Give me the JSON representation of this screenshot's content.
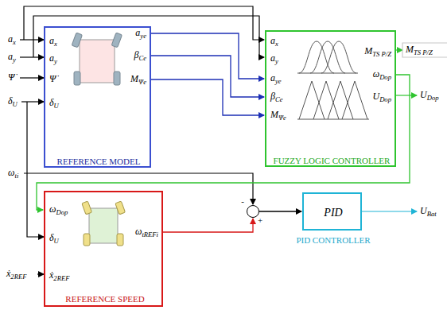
{
  "diagram": {
    "nodes": [
      {
        "text": [
          "REFERENCE MODEL",
          "ax",
          "ay",
          "Ψ̇",
          "δU",
          "aye",
          "βCe",
          "MΨe"
        ]
      },
      {
        "text": [
          "FUZZY LOGIC CONTROLLER",
          "ax",
          "ay",
          "aye",
          "βCe",
          "MΨe",
          "MTS P/Z",
          "ωDop",
          "UDop"
        ]
      },
      {
        "text": [
          "REFERENCE SPEED",
          "ωDop",
          "δU",
          "ẋ2REF",
          "ωtREFi"
        ]
      },
      {
        "text": [
          "PID",
          "PID CONTROLLER"
        ]
      },
      {
        "text": [
          "-",
          "+"
        ]
      }
    ],
    "edges": [
      {
        "from": 0,
        "to": 1,
        "arrow": "to"
      },
      {
        "from": 0,
        "to": 1,
        "arrow": "to"
      },
      {
        "from": 0,
        "to": 1,
        "arrow": "to"
      },
      {
        "from": 1,
        "to": 2,
        "arrow": "to"
      },
      {
        "from": 2,
        "to": 4,
        "arrow": "to"
      },
      {
        "from": 4,
        "to": 3,
        "arrow": "to"
      }
    ],
    "labels": [
      "ax",
      "ay",
      "Ψ̇",
      "δU",
      "ωti",
      "ẋ2REF",
      "MTS P/Z",
      "UDop",
      "UBat"
    ]
  }
}
